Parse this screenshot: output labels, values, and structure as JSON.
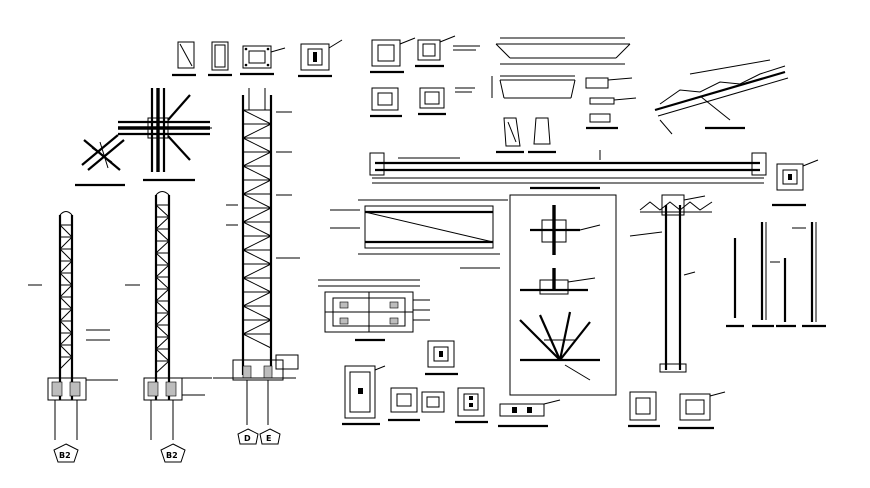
{
  "drawing": {
    "title": "",
    "tower_tags": [
      "B2",
      "B2",
      "D",
      "E"
    ]
  },
  "colors": {
    "line": "#000000",
    "background": "#ffffff",
    "hatch": "#bdbdbd"
  }
}
